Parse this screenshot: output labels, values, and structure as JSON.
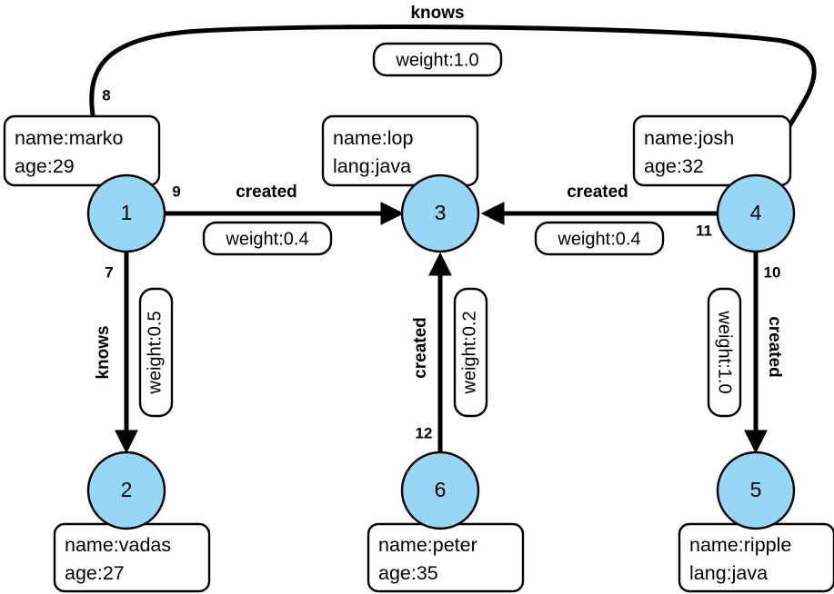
{
  "diagram": {
    "title": "property-graph",
    "style": {
      "node_fill": "#96d6f7",
      "node_stroke": "#000000",
      "box_fill": "#ffffff",
      "box_stroke": "#000000",
      "edge_stroke": "#000000",
      "background": "#ffffff"
    }
  },
  "nodes": [
    {
      "id": "1",
      "label": "1",
      "props": [
        "name:marko",
        "age:29"
      ]
    },
    {
      "id": "2",
      "label": "2",
      "props": [
        "name:vadas",
        "age:27"
      ]
    },
    {
      "id": "3",
      "label": "3",
      "props": [
        "name:lop",
        "lang:java"
      ]
    },
    {
      "id": "4",
      "label": "4",
      "props": [
        "name:josh",
        "age:32"
      ]
    },
    {
      "id": "5",
      "label": "5",
      "props": [
        "name:ripple",
        "lang:java"
      ]
    },
    {
      "id": "6",
      "label": "6",
      "props": [
        "name:peter",
        "age:35"
      ]
    }
  ],
  "edges": [
    {
      "id": "8",
      "from": "1",
      "to": "4",
      "label": "knows",
      "weight": "weight:1.0"
    },
    {
      "id": "9",
      "from": "1",
      "to": "3",
      "label": "created",
      "weight": "weight:0.4"
    },
    {
      "id": "7",
      "from": "1",
      "to": "2",
      "label": "knows",
      "weight": "weight:0.5"
    },
    {
      "id": "11",
      "from": "4",
      "to": "3",
      "label": "created",
      "weight": "weight:0.4"
    },
    {
      "id": "10",
      "from": "4",
      "to": "5",
      "label": "created",
      "weight": "weight:1.0"
    },
    {
      "id": "12",
      "from": "6",
      "to": "3",
      "label": "created",
      "weight": "weight:0.2"
    }
  ]
}
